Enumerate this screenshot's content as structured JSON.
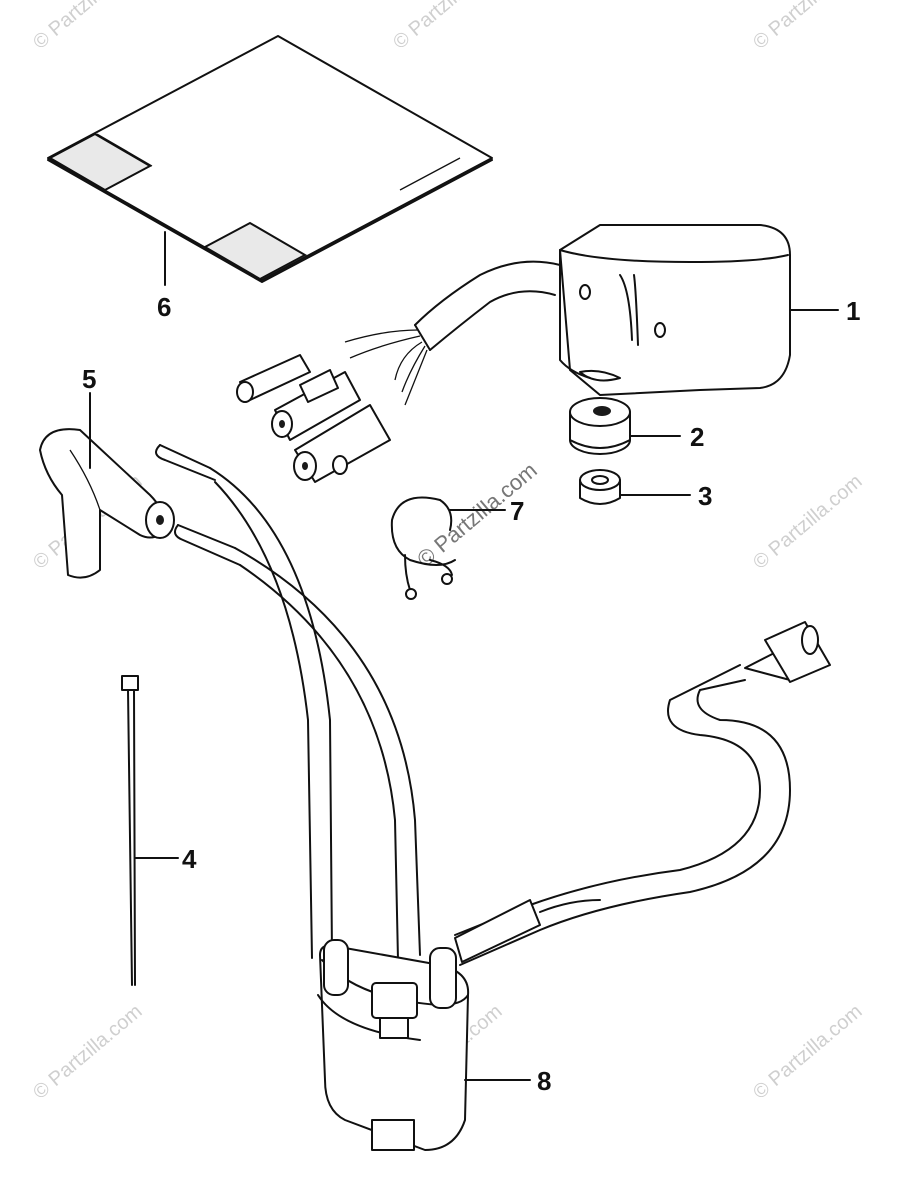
{
  "callouts": [
    {
      "id": "1",
      "label": "1"
    },
    {
      "id": "2",
      "label": "2"
    },
    {
      "id": "3",
      "label": "3"
    },
    {
      "id": "4",
      "label": "4"
    },
    {
      "id": "5",
      "label": "5"
    },
    {
      "id": "6",
      "label": "6"
    },
    {
      "id": "7",
      "label": "7"
    },
    {
      "id": "8",
      "label": "8"
    }
  ],
  "watermark": {
    "text": "© Partzilla.com",
    "center_text": "© Partzilla.com"
  },
  "colors": {
    "ink": "#111111",
    "watermark": "#cfcfcf",
    "background": "#ffffff"
  }
}
